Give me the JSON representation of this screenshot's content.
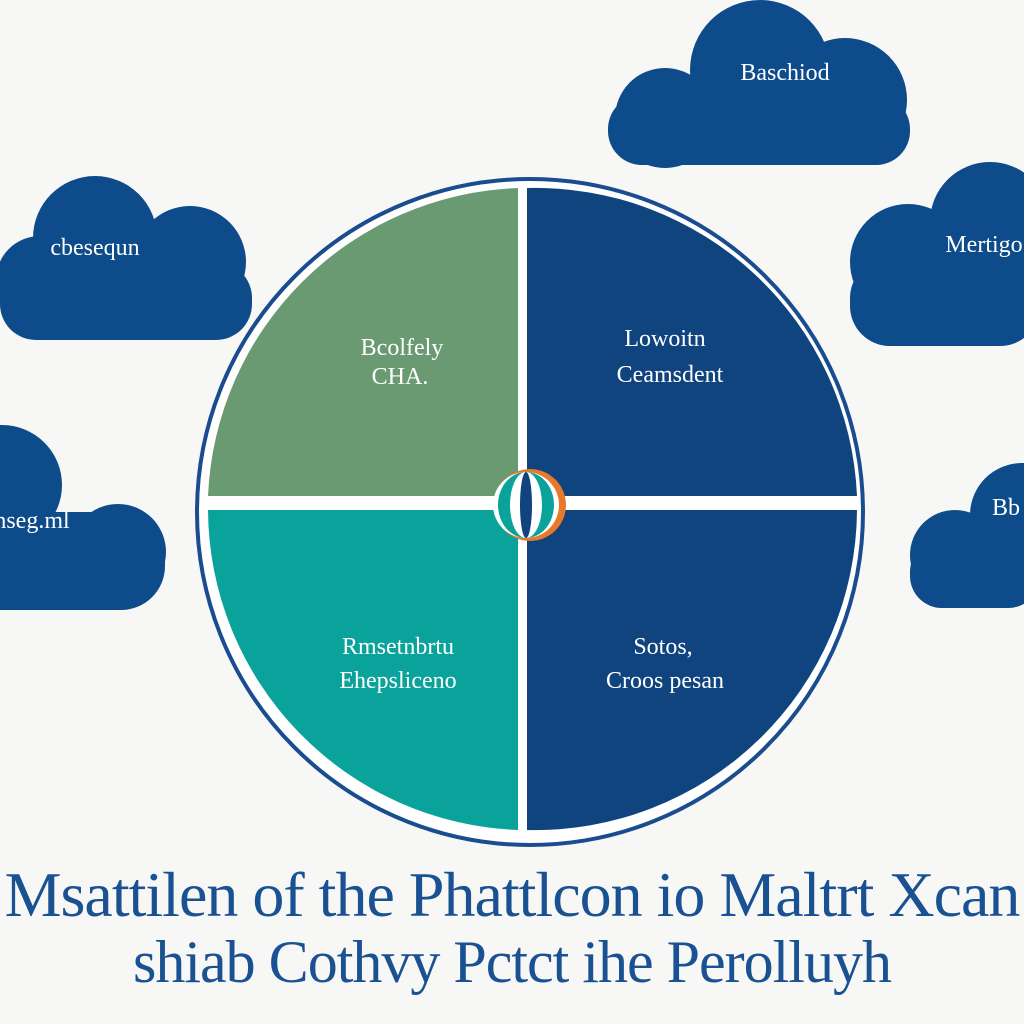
{
  "colors": {
    "cloud": "#0d4b8a",
    "quadrant_top_left": "#6a9a72",
    "quadrant_bottom_left": "#0aa39c",
    "quadrant_right": "#10447f",
    "ring": "#1a4d8f",
    "center_accent": "#e8792a",
    "caption": "#1a5193"
  },
  "clouds": [
    {
      "id": "top-right",
      "label": "Baschiod"
    },
    {
      "id": "upper-left",
      "label": "cbesequn"
    },
    {
      "id": "right",
      "label": "Mertigo"
    },
    {
      "id": "left",
      "label": "nseg.ml"
    },
    {
      "id": "lower-right",
      "label": "Bb"
    }
  ],
  "quadrants": {
    "top_left": [
      "Bcolfely",
      "CHA."
    ],
    "top_right": [
      "Lowoitn",
      "Ceamsdent"
    ],
    "bottom_left": [
      "Rmsetnbrtu",
      "Ehepsliceno"
    ],
    "bottom_right": [
      "Sotos,",
      "Croos pesan"
    ]
  },
  "caption": {
    "line1": "Msattilen of the Phattlcon io Maltrt Xcan",
    "line2": "shiab Cothvy Pctct ihe Perolluyh"
  }
}
